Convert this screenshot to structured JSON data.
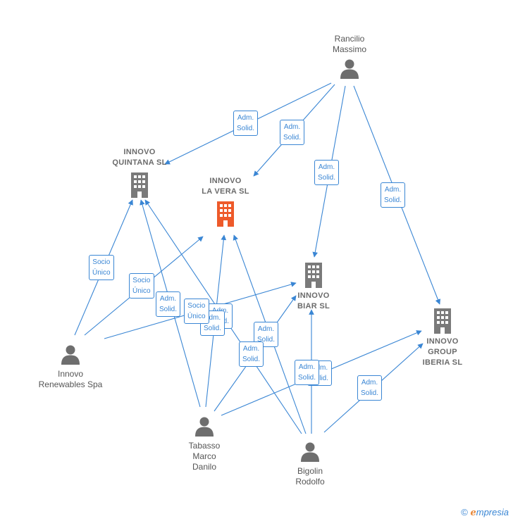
{
  "colors": {
    "edge": "#3a86d4",
    "company": "#7a7a7a",
    "highlight": "#ee5a2a",
    "person": "#6e6e6e"
  },
  "nodes": {
    "rancilio": {
      "label": "Rancilio\nMassimo",
      "kind": "person"
    },
    "quintana": {
      "label": "INNOVO\nQUINTANA SL",
      "kind": "company"
    },
    "lavera": {
      "label": "INNOVO\nLA VERA SL",
      "kind": "company-highlight"
    },
    "biar": {
      "label": "INNOVO\nBIAR SL",
      "kind": "company"
    },
    "group": {
      "label": "INNOVO\nGROUP\nIBERIA SL",
      "kind": "company"
    },
    "renewables": {
      "label": "Innovo\nRenewables Spa",
      "kind": "person"
    },
    "tabasso": {
      "label": "Tabasso\nMarco\nDanilo",
      "kind": "person"
    },
    "bigolin": {
      "label": "Bigolin\nRodolfo",
      "kind": "person"
    }
  },
  "roles": {
    "r1": "Adm.\nSolid.",
    "r2": "Adm.\nSolid.",
    "r3": "Adm.\nSolid.",
    "r4": "Adm.\nSolid.",
    "r5": "Socio\nÚnico",
    "r6": "Socio\nÚnico",
    "r7": "Adm.\nSolid.",
    "r8": "Adm.\nSolid.",
    "r9": "Socio\nÚnico",
    "r10": "Adm.\nSolid.",
    "r11": "Adm.\nSolid.",
    "r12": "Adm.\nSolid.",
    "r13": "Adm.\nSolid.",
    "r14": "Adm.\nSolid."
  },
  "brand": {
    "symbol": "©",
    "e": "e",
    "rest": "mpresia"
  }
}
